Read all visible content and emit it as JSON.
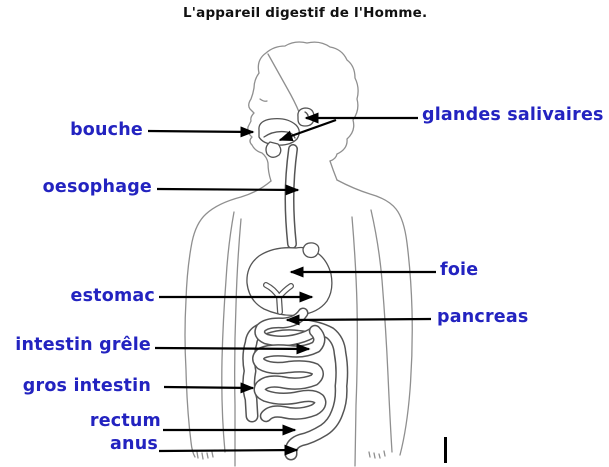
{
  "title": "L'appareil digestif de l'Homme.",
  "labels": {
    "bouche": "bouche",
    "oesophage": "oesophage",
    "estomac": "estomac",
    "intestin_grele": "intestin grêle",
    "gros_intestin": "gros intestin",
    "rectum": "rectum",
    "anus": "anus",
    "glandes_salivaires": "glandes salivaires",
    "foie": "foie",
    "pancreas": "pancreas"
  },
  "figure_name": "human-digestive-tract-outline-sketch",
  "colors": {
    "label_blue": "#2323c0",
    "arrow_black": "#000000",
    "body_outline_gray": "#8f8f8f",
    "organ_gray": "#555555",
    "background": "#ffffff"
  }
}
